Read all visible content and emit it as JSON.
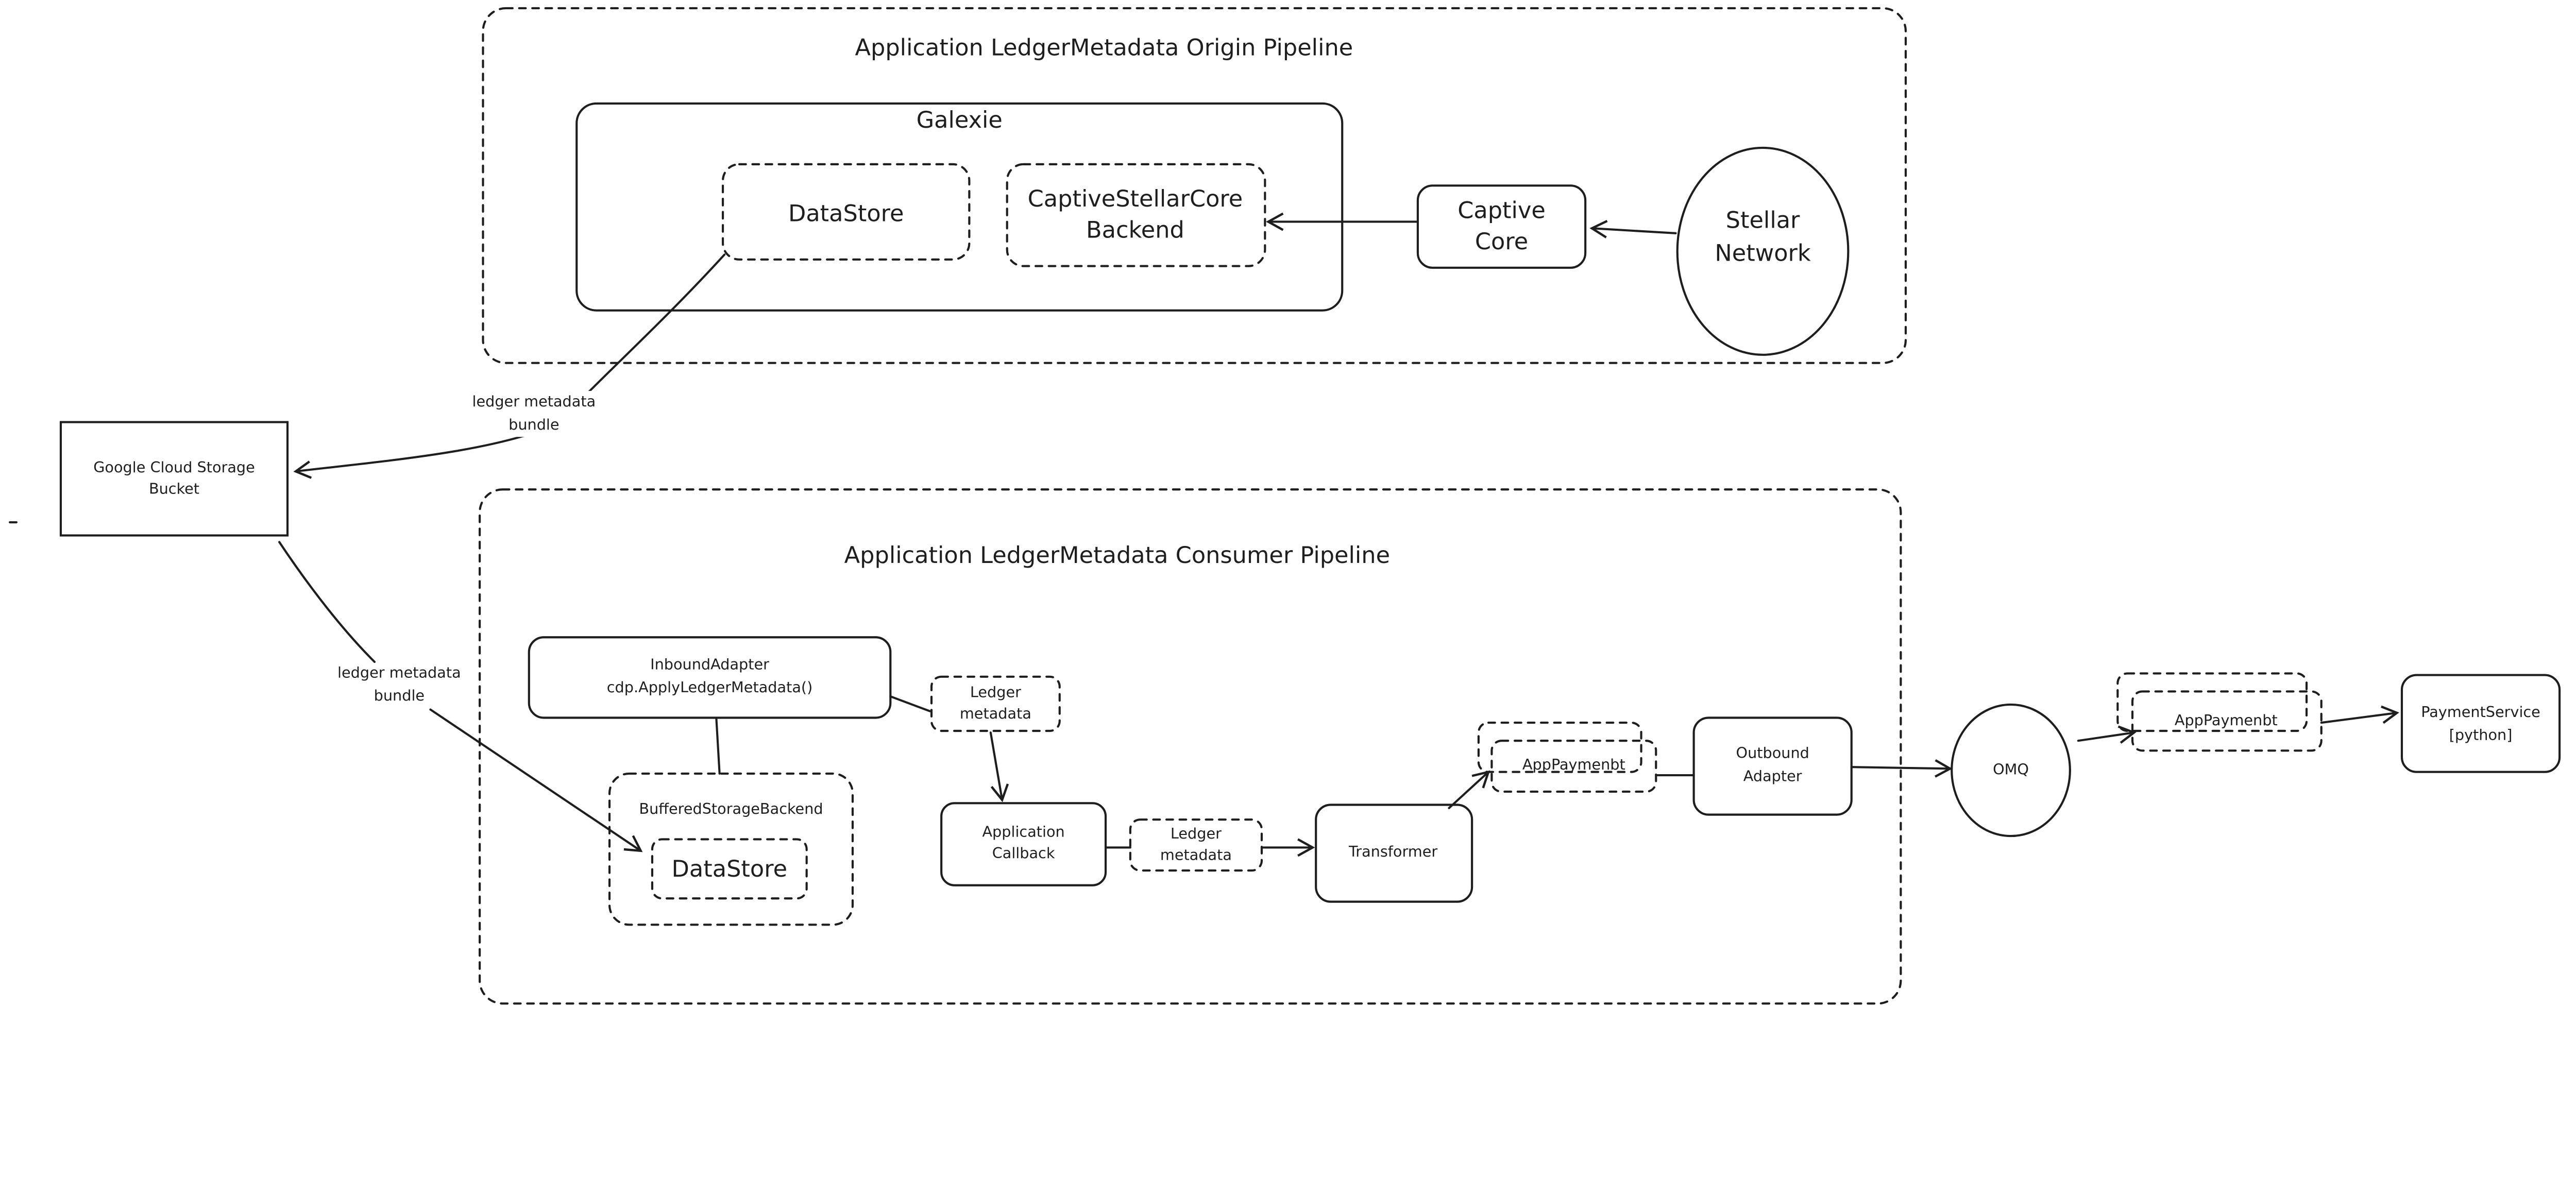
{
  "origin_pipeline": {
    "title": "Application LedgerMetadata Origin Pipeline",
    "galexie": "Galexie",
    "datastore": "DataStore",
    "captive_backend": [
      "CaptiveStellarCore",
      "Backend"
    ],
    "captive_core": [
      "Captive",
      "Core"
    ],
    "stellar_network": [
      "Stellar",
      "Network"
    ]
  },
  "gcs": [
    "Google Cloud Storage",
    "Bucket"
  ],
  "edge_labels": {
    "upload": [
      "ledger metadata",
      "bundle"
    ],
    "download": [
      "ledger metadata",
      "bundle"
    ]
  },
  "consumer_pipeline": {
    "title": "Application LedgerMetadata Consumer Pipeline",
    "inbound_adapter": [
      "InboundAdapter",
      "cdp.ApplyLedgerMetadata()"
    ],
    "ledger_metadata_1": [
      "Ledger",
      "metadata"
    ],
    "buffered_storage": "BufferedStorageBackend",
    "datastore": "DataStore",
    "application_callback": [
      "Application",
      "Callback"
    ],
    "ledger_metadata_2": [
      "Ledger",
      "metadata"
    ],
    "transformer": "Transformer",
    "app_payment_1": "AppPaymenbt",
    "outbound_adapter": [
      "Outbound",
      "Adapter"
    ]
  },
  "omq": "OMQ",
  "app_payment_2": "AppPaymenbt",
  "payment_service": [
    "PaymentService",
    "[python]"
  ]
}
